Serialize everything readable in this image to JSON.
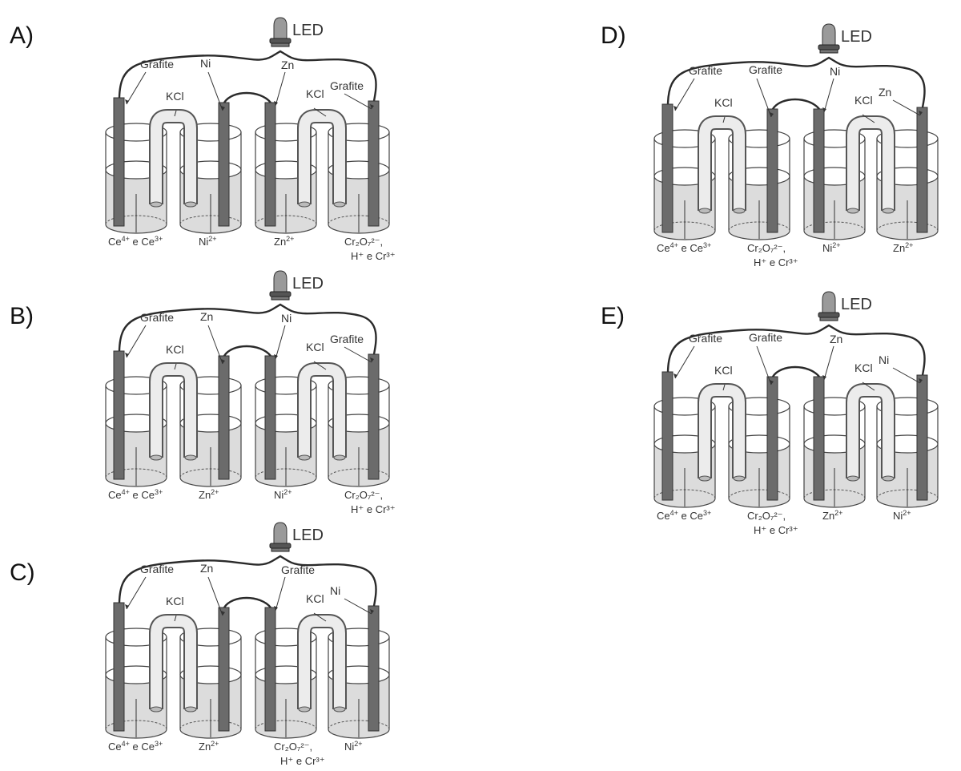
{
  "options": [
    {
      "letter": "A)",
      "led": "LED",
      "bridge": "KCl",
      "electrodes": [
        "Grafite",
        "Ni",
        "Zn",
        "Grafite"
      ],
      "solutions": [
        [
          "Ce",
          "4+",
          " e Ce",
          "3+"
        ],
        [
          "Ni",
          "2+"
        ],
        [
          "Zn",
          "2+"
        ],
        [
          "Cr₂O₇²⁻,",
          "H⁺ e Cr³⁺"
        ]
      ]
    },
    {
      "letter": "B)",
      "led": "LED",
      "bridge": "KCl",
      "electrodes": [
        "Grafite",
        "Zn",
        "Ni",
        "Grafite"
      ],
      "solutions": [
        [
          "Ce",
          "4+",
          " e Ce",
          "3+"
        ],
        [
          "Zn",
          "2+"
        ],
        [
          "Ni",
          "2+"
        ],
        [
          "Cr₂O₇²⁻,",
          "H⁺ e Cr³⁺"
        ]
      ]
    },
    {
      "letter": "C)",
      "led": "LED",
      "bridge": "KCl",
      "electrodes": [
        "Grafite",
        "Zn",
        "Grafite",
        "Ni"
      ],
      "solutions": [
        [
          "Ce",
          "4+",
          " e Ce",
          "3+"
        ],
        [
          "Zn",
          "2+"
        ],
        [
          "Cr₂O₇²⁻,",
          "H⁺ e Cr³⁺"
        ],
        [
          "Ni",
          "2+"
        ]
      ]
    },
    {
      "letter": "D)",
      "led": "LED",
      "bridge": "KCl",
      "electrodes": [
        "Grafite",
        "Grafite",
        "Ni",
        "Zn"
      ],
      "solutions": [
        [
          "Ce",
          "4+",
          " e Ce",
          "3+"
        ],
        [
          "Cr₂O₇²⁻,",
          "H⁺ e Cr³⁺"
        ],
        [
          "Ni",
          "2+"
        ],
        [
          "Zn",
          "2+"
        ]
      ]
    },
    {
      "letter": "E)",
      "led": "LED",
      "bridge": "KCl",
      "electrodes": [
        "Grafite",
        "Grafite",
        "Zn",
        "Ni"
      ],
      "solutions": [
        [
          "Ce",
          "4+",
          " e Ce",
          "3+"
        ],
        [
          "Cr₂O₇²⁻,",
          "H⁺ e Cr³⁺"
        ],
        [
          "Zn",
          "2+"
        ],
        [
          "Ni",
          "2+"
        ]
      ]
    }
  ]
}
